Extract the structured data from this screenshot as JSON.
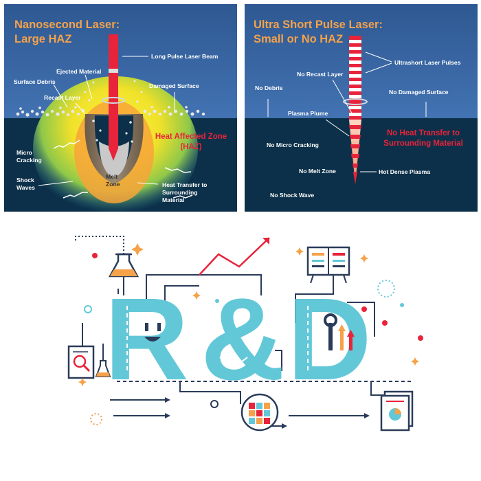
{
  "nanosecond": {
    "title_line1": "Nanosecond Laser:",
    "title_line2": "Large HAZ",
    "labels": {
      "long_pulse_beam": "Long Pulse Laser Beam",
      "ejected_material": "Ejected Material",
      "surface_debris": "Surface Debris",
      "recast_layer": "Recast Layer",
      "damaged_surface": "Damaged Surface",
      "micro_cracking_1": "Micro",
      "micro_cracking_2": "Cracking",
      "shock_waves_1": "Shock",
      "shock_waves_2": "Waves",
      "melt_zone_1": "Melt",
      "melt_zone_2": "Zone",
      "heat_transfer_1": "Heat Transfer to",
      "heat_transfer_2": "Surrounding",
      "heat_transfer_3": "Material"
    },
    "haz_line1": "Heat Affected Zone",
    "haz_line2": "(HAZ)"
  },
  "ultrashort": {
    "title_line1": "Ultra Short Pulse Laser:",
    "title_line2": "Small or No HAZ",
    "labels": {
      "ultrashort_pulses": "Ultrashort Laser Pulses",
      "no_recast_layer": "No Recast Layer",
      "no_debris": "No Debris",
      "no_damaged_surface": "No Damaged Surface",
      "plasma_plume": "Plasma Plume",
      "no_micro_cracking": "No Micro Cracking",
      "no_melt_zone": "No Melt Zone",
      "hot_dense_plasma": "Hot Dense Plasma",
      "no_shock_wave": "No Shock Wave"
    },
    "no_heat_line1": "No Heat Transfer to",
    "no_heat_line2": "Surrounding Material"
  },
  "rd": {
    "letters": [
      "R",
      "&",
      "D"
    ]
  },
  "colors": {
    "sky": "#355c92",
    "ground": "#0c3049",
    "orange_title": "#f5a24a",
    "red_text": "#e8243b",
    "teal": "#62c8d8",
    "navy": "#2a3b59",
    "laser_red": "#e8243b"
  }
}
